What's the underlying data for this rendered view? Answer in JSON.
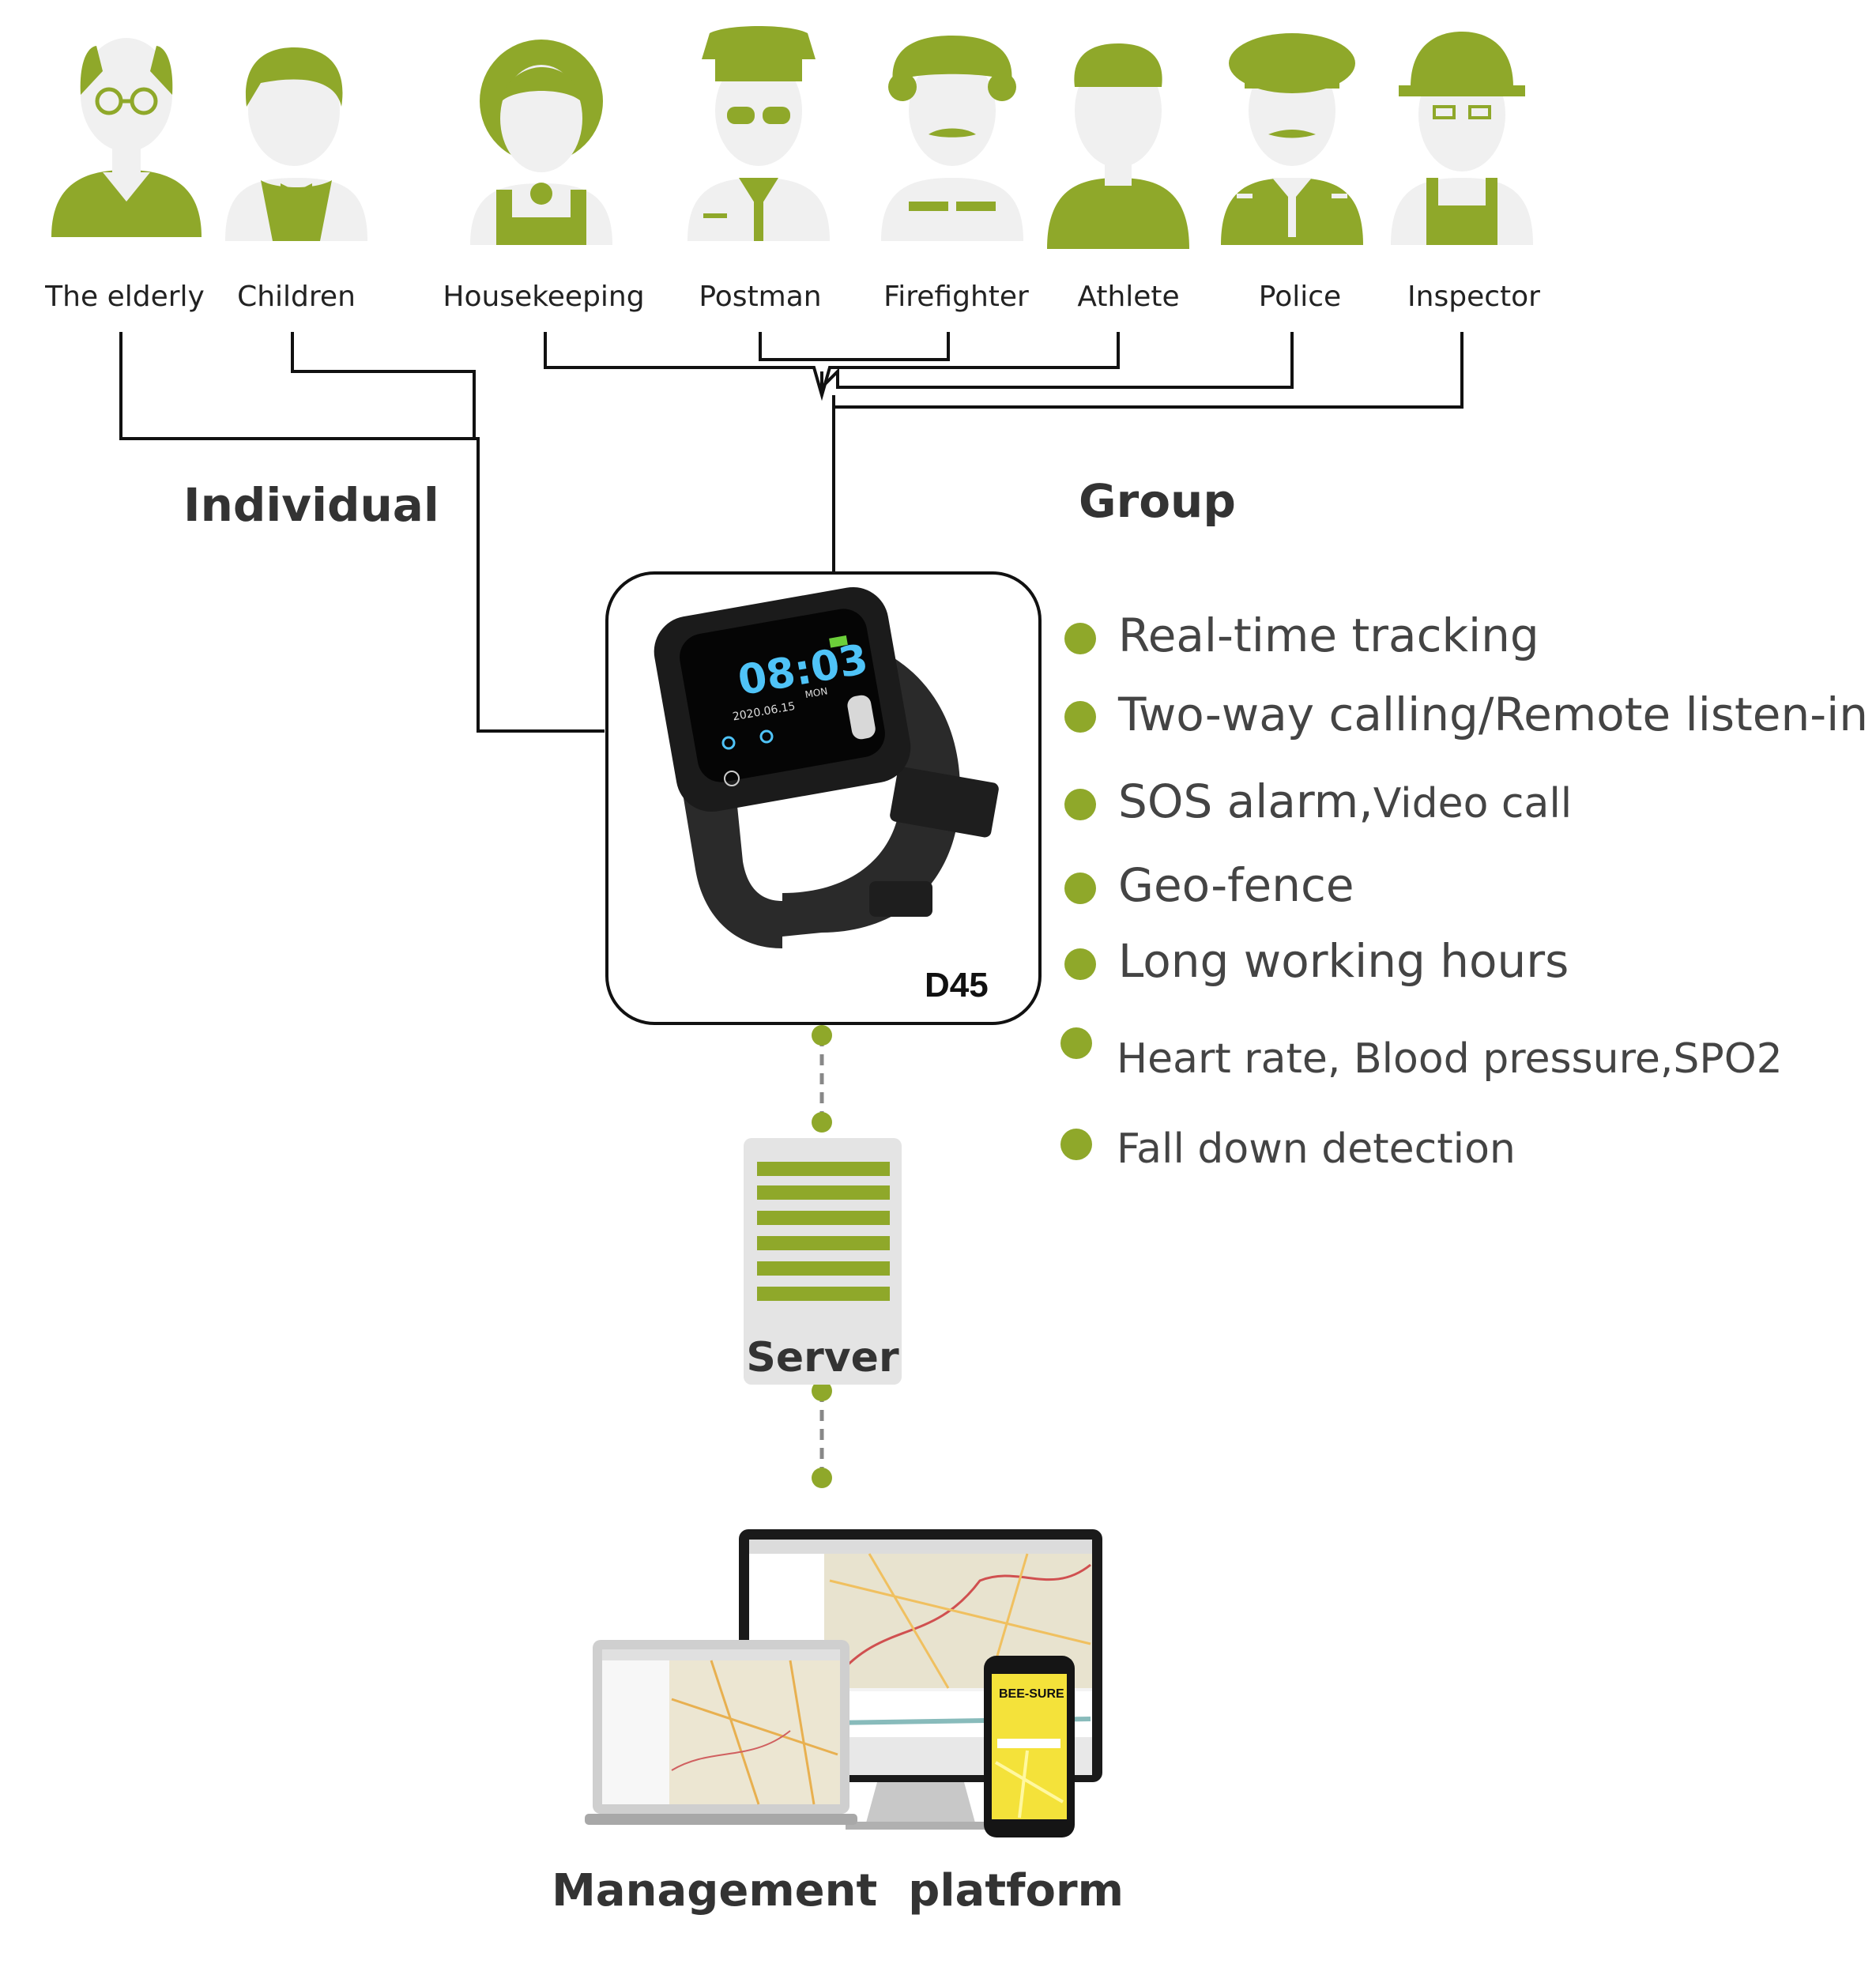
{
  "people": [
    {
      "label": "The elderly",
      "icon": "elderly-person-icon"
    },
    {
      "label": "Children",
      "icon": "child-icon"
    },
    {
      "label": "Housekeeping",
      "icon": "housekeeper-icon"
    },
    {
      "label": "Postman",
      "icon": "postman-icon"
    },
    {
      "label": "Firefighter",
      "icon": "firefighter-icon"
    },
    {
      "label": "Athlete",
      "icon": "athlete-icon"
    },
    {
      "label": "Police",
      "icon": "police-icon"
    },
    {
      "label": "Inspector",
      "icon": "inspector-icon"
    }
  ],
  "groups": {
    "individual": "Individual",
    "group": "Group"
  },
  "device": {
    "model": "D45",
    "screen_time": "08:03",
    "screen_date": "2020.06.15",
    "screen_day": "MON"
  },
  "features": [
    {
      "text": "Real-time tracking"
    },
    {
      "text": "Two-way calling/Remote listen-in"
    },
    {
      "text": "SOS alarm,",
      "extra": "Video call"
    },
    {
      "text": "Geo-fence"
    },
    {
      "text": "Long working hours"
    },
    {
      "text": "Heart rate, Blood pressure,SPO2"
    },
    {
      "text": "Fall down detection"
    }
  ],
  "server": {
    "label": "Server"
  },
  "platform": {
    "label": "Management  platform",
    "app_brand": "BEE-SURE"
  },
  "colors": {
    "accent": "#8fa82a",
    "line": "#111111",
    "person_fill": "#f0f0f0",
    "server_bg": "#e4e4e4",
    "dotted": "#888888"
  }
}
